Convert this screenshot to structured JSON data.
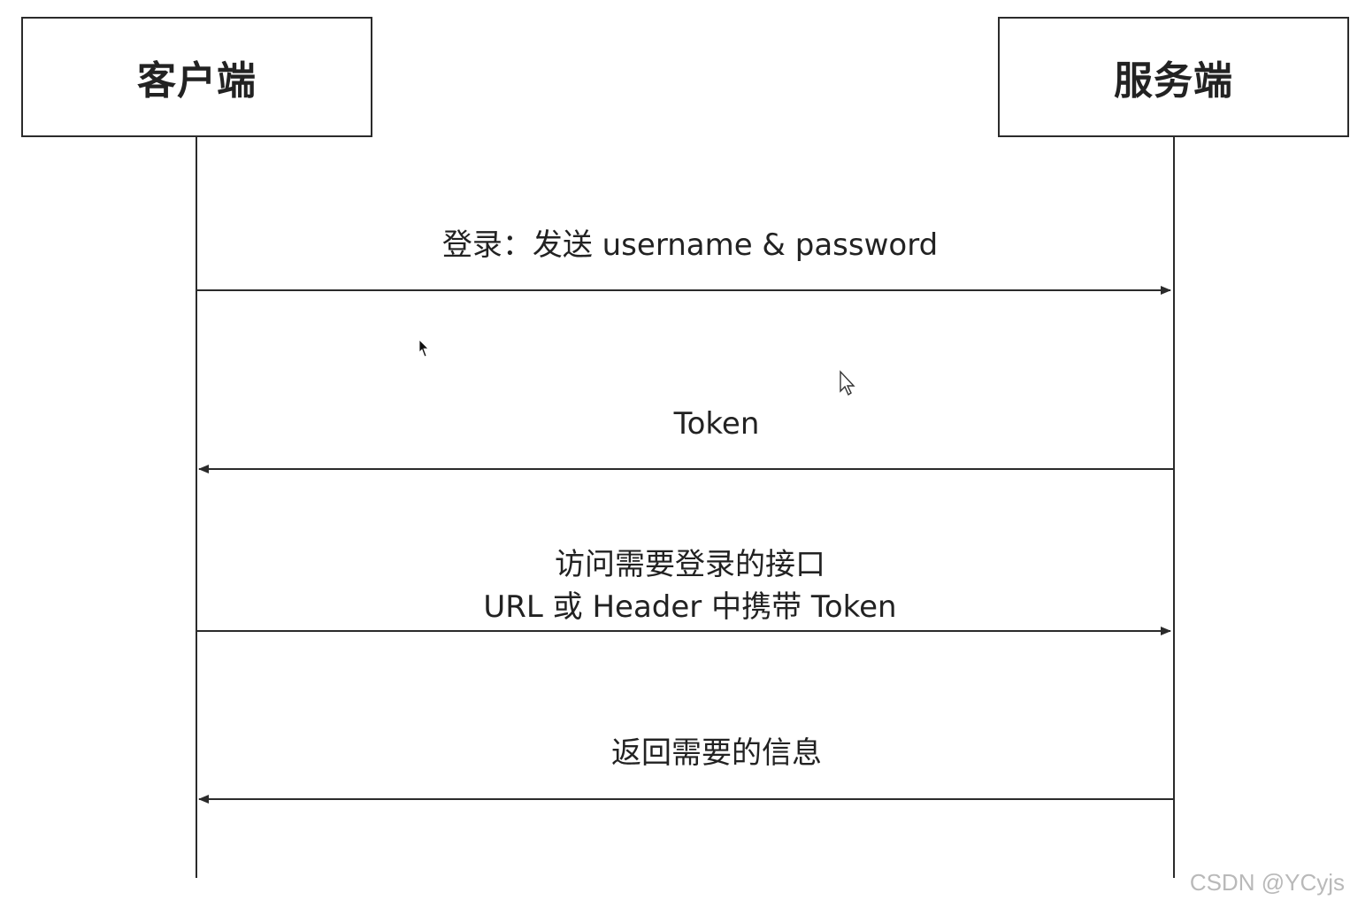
{
  "participants": {
    "client": "客户端",
    "server": "服务端"
  },
  "messages": [
    {
      "from": "client",
      "to": "server",
      "lines": [
        "登录：发送 username & password"
      ]
    },
    {
      "from": "server",
      "to": "client",
      "lines": [
        "Token"
      ]
    },
    {
      "from": "client",
      "to": "server",
      "lines": [
        "访问需要登录的接口",
        "URL 或 Header 中携带 Token"
      ]
    },
    {
      "from": "server",
      "to": "client",
      "lines": [
        "返回需要的信息"
      ]
    }
  ],
  "watermark": "CSDN @YCyjs",
  "colors": {
    "line": "#2b2b2b",
    "text": "#222222",
    "watermark": "#b9b9b9",
    "background": "#ffffff"
  }
}
